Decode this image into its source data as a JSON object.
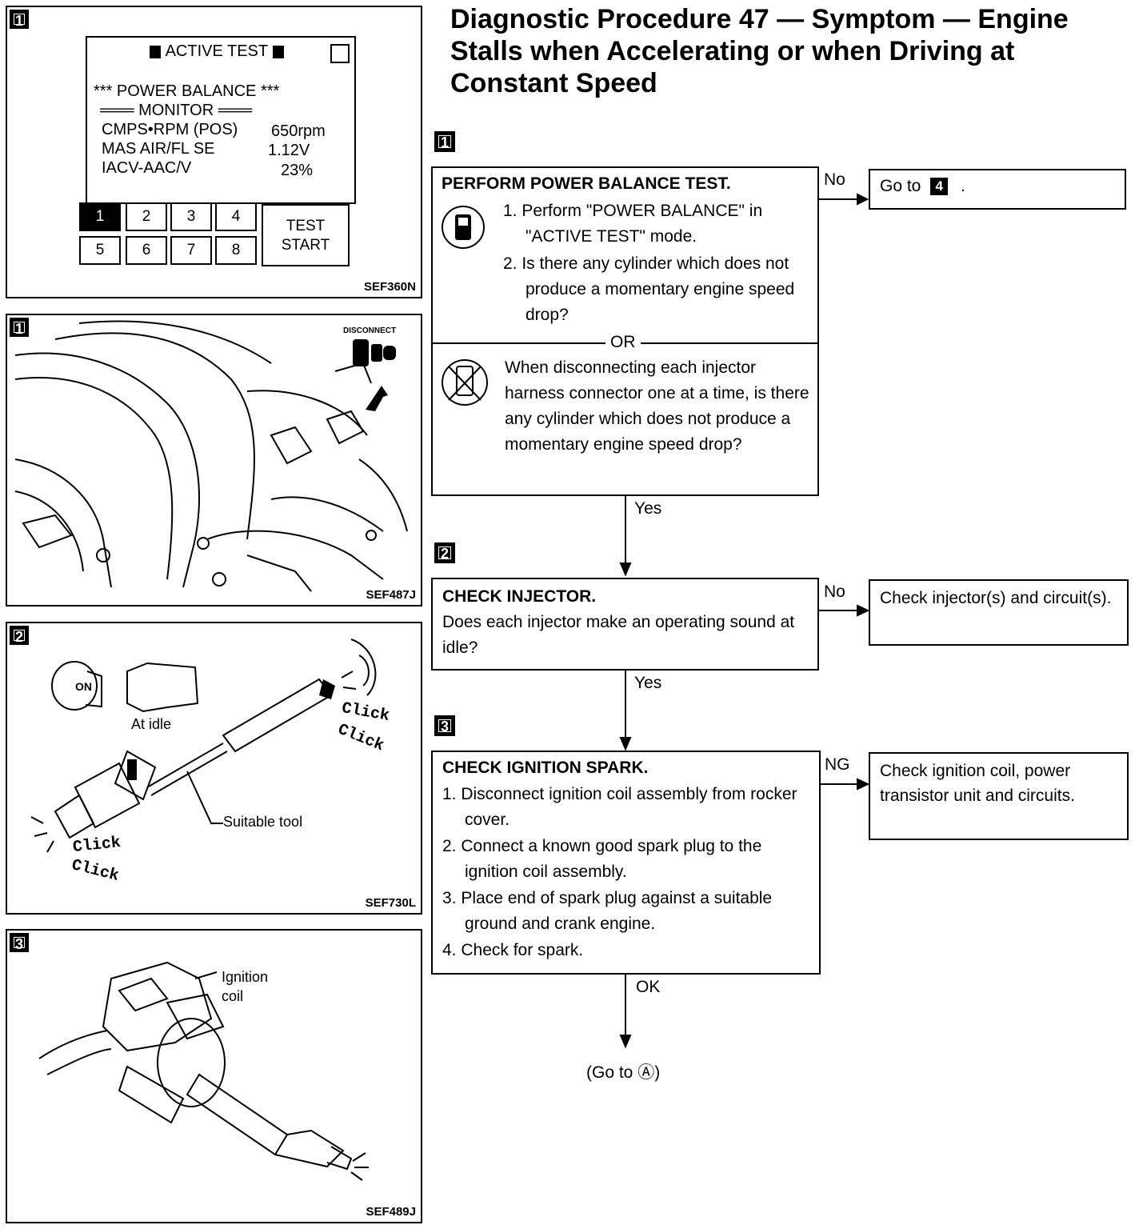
{
  "title": "Diagnostic Procedure 47 — Symptom — Engine Stalls when Accelerating or when Driving at Constant Speed",
  "figures": {
    "fig1": {
      "step": "1",
      "code": "SEF360N",
      "screen_header": "ACTIVE TEST",
      "line1": "*** POWER BALANCE ***",
      "line2": "═══ MONITOR ═══",
      "rows": [
        {
          "label": "CMPS•RPM (POS)",
          "value": "650rpm"
        },
        {
          "label": "MAS AIR/FL SE",
          "value": "1.12V"
        },
        {
          "label": "IACV-AAC/V",
          "value": "23%"
        }
      ],
      "cylinders": [
        "1",
        "2",
        "3",
        "4",
        "5",
        "6",
        "7",
        "8"
      ],
      "test_start": "TEST START"
    },
    "fig2": {
      "step": "1",
      "code": "SEF487J",
      "disconnect": "DISCONNECT"
    },
    "fig3": {
      "step": "2",
      "code": "SEF730L",
      "at_idle": "At idle",
      "tool": "Suitable tool",
      "click1": "Click",
      "click2": "Click",
      "click3": "Click",
      "click4": "Click",
      "on": "ON"
    },
    "fig4": {
      "step": "3",
      "code": "SEF489J",
      "ignition": "Ignition",
      "coil": "coil"
    }
  },
  "flow": {
    "step1": {
      "badge": "1",
      "heading": "PERFORM POWER BALANCE TEST.",
      "items": [
        "1. Perform \"POWER BALANCE\" in \"ACTIVE TEST\" mode.",
        "2. Is there any cylinder which does not produce a momentary engine speed drop?"
      ],
      "or": "OR",
      "alt": "When disconnecting each injector harness connector one at a time, is there any cylinder which does not produce a momentary engine speed drop?",
      "no_label": "No",
      "no_text": "Go to",
      "no_target": "4",
      "no_suffix": ".",
      "yes_label": "Yes"
    },
    "step2": {
      "badge": "2",
      "heading": "CHECK INJECTOR.",
      "text": "Does each injector make an operating sound at idle?",
      "no_label": "No",
      "no_text": "Check injector(s) and circuit(s).",
      "yes_label": "Yes"
    },
    "step3": {
      "badge": "3",
      "heading": "CHECK IGNITION SPARK.",
      "items": [
        "1. Disconnect ignition coil assembly from rocker cover.",
        "2. Connect a known good spark plug to the ignition coil assembly.",
        "3. Place end of spark plug against a suitable ground and crank engine.",
        "4. Check for spark."
      ],
      "ng_label": "NG",
      "ng_text": "Check ignition coil, power transistor unit and circuits.",
      "ok_label": "OK"
    },
    "goto": "(Go to Ⓐ)"
  }
}
